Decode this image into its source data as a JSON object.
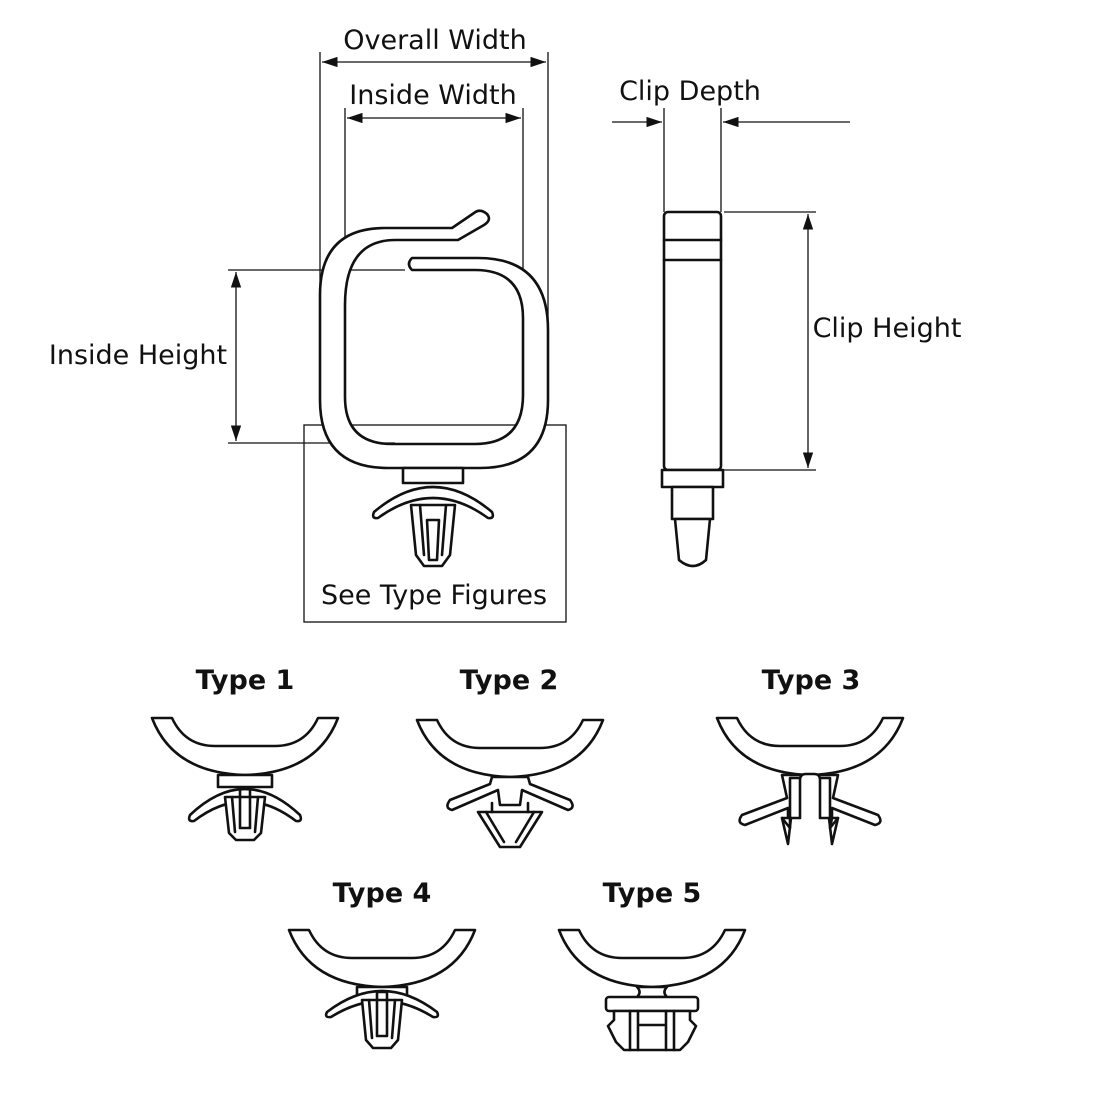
{
  "dimensions": {
    "overall_width": "Overall Width",
    "inside_width": "Inside Width",
    "inside_height": "Inside Height",
    "clip_depth": "Clip Depth",
    "clip_height": "Clip Height"
  },
  "callout": "See Type Figures",
  "types": [
    {
      "label": "Type 1"
    },
    {
      "label": "Type 2"
    },
    {
      "label": "Type 3"
    },
    {
      "label": "Type 4"
    },
    {
      "label": "Type 5"
    }
  ],
  "colors": {
    "line": "#111111",
    "background": "#ffffff"
  }
}
